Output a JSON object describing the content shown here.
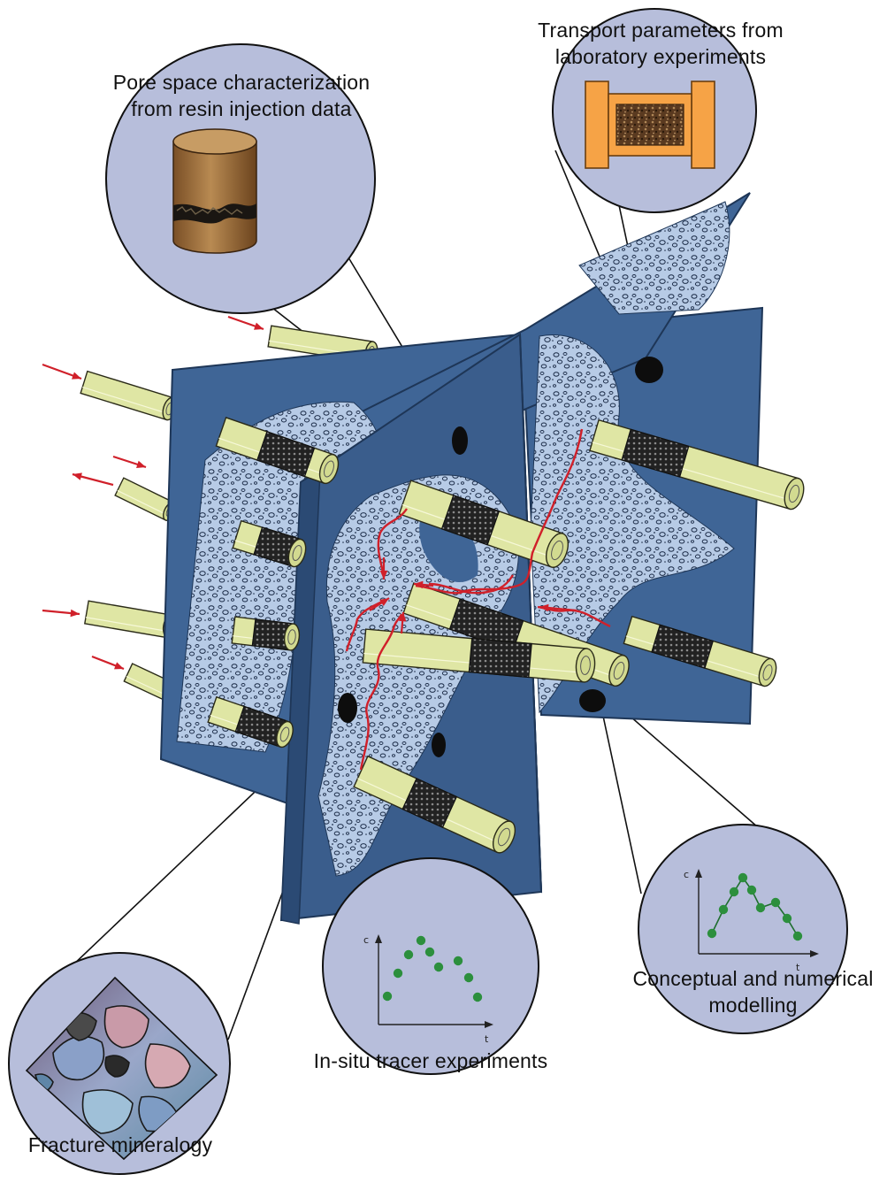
{
  "labels": {
    "pore_space": [
      "Pore space characterization",
      "from resin injection data"
    ],
    "transport": [
      "Transport parameters from",
      "laboratory experiments"
    ],
    "conceptual": [
      "Conceptual and numerical",
      "modelling"
    ],
    "insitu": "In-situ tracer experiments",
    "fracture": "Fracture mineralogy"
  },
  "axis_letters": {
    "concentration": "c",
    "time": "t"
  },
  "colors": {
    "rock_blue": "#3f6596",
    "rock_edge": "#1e3657",
    "fracture_fill": "#b7cbe6",
    "lens_fill": "#b7bedb",
    "tube": "#dfe6a4",
    "screen": "#2a2a2a",
    "flow_arrow": "#d0202a",
    "data_point": "#2c8f3d",
    "core_brown": "#9a6c3a",
    "holder_orange": "#f6a346"
  }
}
